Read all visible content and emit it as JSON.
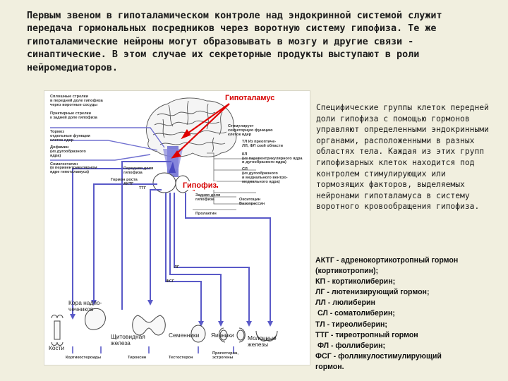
{
  "intro_text": "Первым звеном в гипоталамическом контроле над эндокринной системой служит передача гормональных посредников через воротную систему гипофиза. Те же гипоталамические нейроны могут образовывать в мозгу и другие связи - синаптические. В этом случае их секреторные продукты выступают в роли нейромедиаторов.",
  "callouts": {
    "hypothalamus": "Гипоталамус",
    "pituitary": "Гипофиз"
  },
  "figure": {
    "legend_left": [
      "Сплошные стрелки",
      "в передней доле гипофиза",
      "через воротные сосуды",
      "Пунктирные стрелки",
      "к задней доле гипофиза",
      "Тормоз",
      "отдельные функции",
      "клеток ядер"
    ],
    "left_nuclei": [
      "Дофамин",
      "(из дугообразного",
      "ядра)",
      "Соматостатин",
      "(в перивентрикулярном",
      "ядре гипоталамуса)"
    ],
    "left_hormones": [
      "Гормон роста",
      "АКТГ",
      "ТТГ"
    ],
    "posterior_label": [
      "Передняя доля",
      "гипофиза"
    ],
    "posterior_label2": [
      "Задняя доля",
      "гипофиза"
    ],
    "right_legend": [
      "Стимулирует",
      "секреторную функцию",
      "клеток ядер"
    ],
    "right_nuclei": [
      "ТЛ",
      "ЛЛ, ФЛ",
      "КЛ",
      "СЛ"
    ],
    "right_nuclei_desc": [
      "Из преоптиче-",
      "ской области",
      "(из паравентрикулярного ядра",
      "и дугообразного ядра)",
      "(из дугообразного",
      "и медиального вентро-",
      "медиального ядра)"
    ],
    "posterior_hormones": [
      "Окситоцин",
      "Вазопрессин"
    ],
    "prolactin": "Пролактин",
    "fsg": "ФСГ",
    "lg": "ЛГ",
    "organ_labels": {
      "adrenal": "Кора надпо-\nчечников",
      "thyroid": "Щитовидная\nжелеза",
      "testes": "Семенники",
      "ovaries": "Яичники",
      "mammary": "Молочные\nжелезы",
      "bones": "Кости"
    },
    "bottom_labels": [
      "Кортикостероиды",
      "Тироксин",
      "Тестостерон",
      "Прогестерон,\nэстрогены"
    ]
  },
  "right_description": "Специфические группы клеток передней доли гипофиза с помощью гормонов управляют определенными эндокринными органами, расположенными в разных областях тела. Каждая из этих групп гипофизарных клеток находится под контролем стимулирующих или тормозящих факторов, выделяемых нейронами гипоталамуса в систему воротного кровообращения гипофиза.",
  "abbreviations": [
    "АКТГ - адренокортикотропный гормон",
    "(кортикотропин);",
    "КП - кортиколиберин;",
    "ЛГ - лютенизирующий гормон;",
    "ЛЛ - люлиберин",
    " СЛ - соматолиберин;",
    "ТЛ - тиреолиберин;",
    "ТТГ - тиреотропный гормон",
    " ФЛ - фоллиберин;",
    "ФСГ - фолликулостимулирующий",
    "гормон."
  ]
}
